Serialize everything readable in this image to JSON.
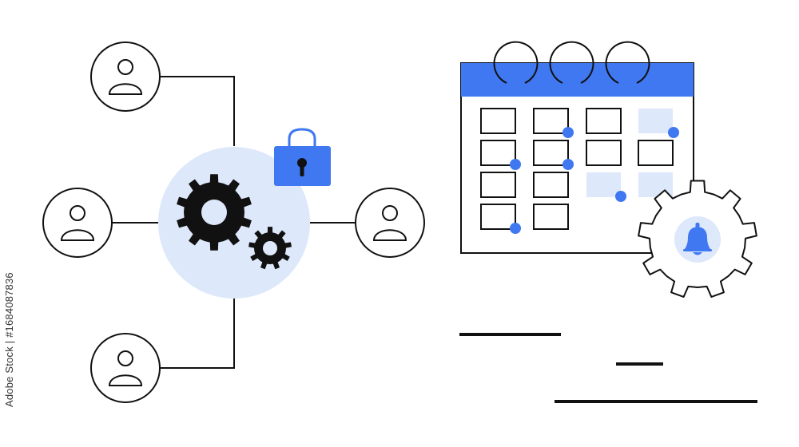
{
  "watermark": {
    "brand": "Adobe Stock",
    "asset_id": "#1684087836",
    "stock_id_text": "Adobe Stock | #1684087836"
  },
  "colors": {
    "accent_blue": "#3f78f0",
    "light_blue": "#dde8fb",
    "line": "#111111",
    "background": "#ffffff"
  },
  "icons": [
    "user-icon",
    "gear-icon",
    "lock-icon",
    "calendar-icon",
    "bell-icon"
  ]
}
